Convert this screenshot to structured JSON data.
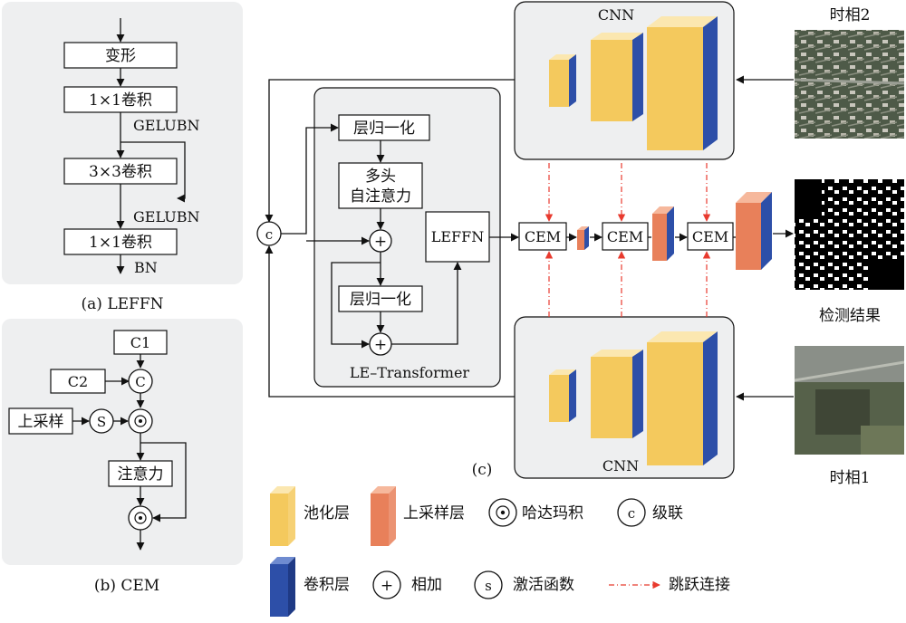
{
  "leffn": {
    "reshape": "变形",
    "conv1": "1×1卷积",
    "gelubn1": "GELUBN",
    "conv3": "3×3卷积",
    "gelubn2": "GELUBN",
    "conv1b": "1×1卷积",
    "bn": "BN",
    "caption": "(a) LEFFN"
  },
  "cem": {
    "c1": "C1",
    "c2": "C2",
    "upsample": "上采样",
    "concat": "C",
    "sigmoid": "S",
    "attention": "注意力",
    "caption": "(b) CEM"
  },
  "main": {
    "cnn_top": "CNN",
    "cnn_bottom": "CNN",
    "layernorm1": "层归一化",
    "mhsa_line1": "多头",
    "mhsa_line2": "自注意力",
    "layernorm2": "层归一化",
    "leffn": "LEFFN",
    "transformer_label": "LE–Transformer",
    "concat": "c",
    "cem1": "CEM",
    "cem2": "CEM",
    "cem3": "CEM",
    "caption": "(c)",
    "time2": "时相2",
    "result": "检测结果",
    "time1": "时相1"
  },
  "legend": {
    "pool": "池化层",
    "upsample": "上采样层",
    "hadamard": "哈达玛积",
    "cascade_symbol": "c",
    "cascade": "级联",
    "conv": "卷积层",
    "add_symbol": "+",
    "add": "相加",
    "act_symbol": "s",
    "activation": "激活函数",
    "skip": "跳跃连接"
  },
  "colors": {
    "panel": "#eeeff0",
    "pool": "#f4c95d",
    "conv": "#2d4fa8",
    "upsample": "#e8805a",
    "skip": "#e83a2e"
  }
}
